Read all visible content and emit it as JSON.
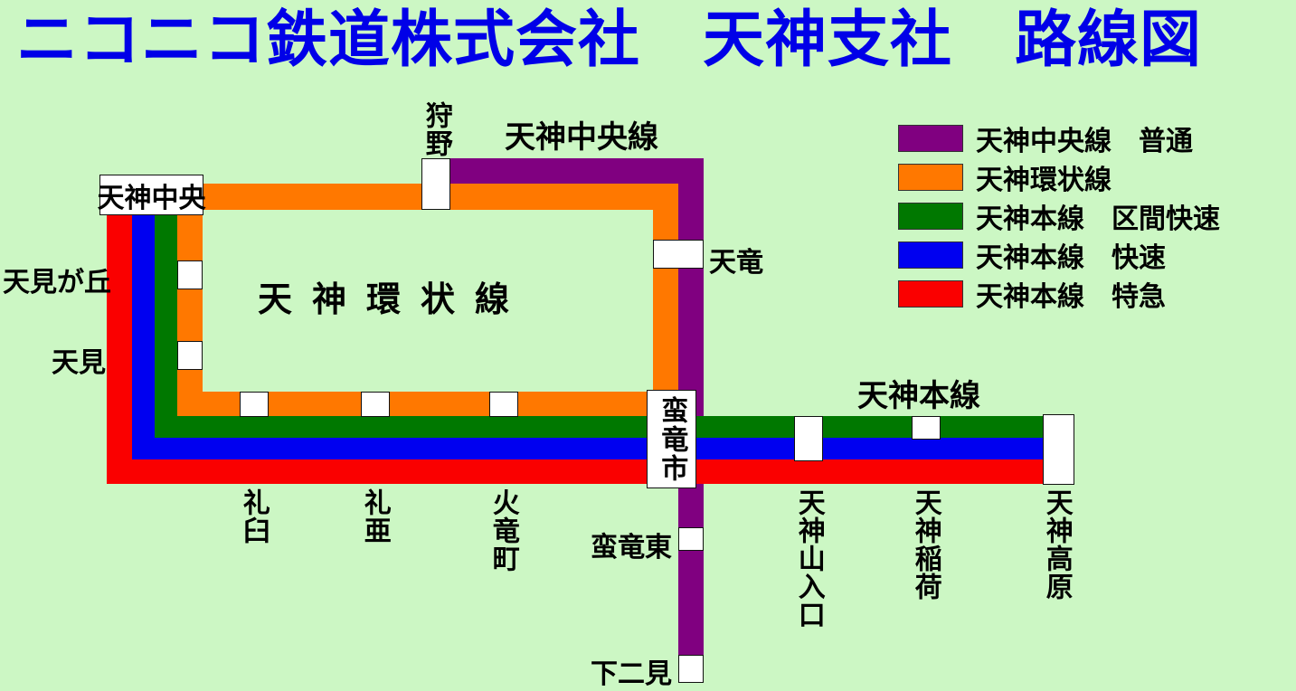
{
  "title": "ニコニコ鉄道株式会社　天神支社　路線図",
  "colors": {
    "background": "#ccf7c4",
    "title_text": "#0000e8",
    "chuo_futsuu_purple": "#800080",
    "kanjou_orange": "#ff7800",
    "honsen_kukan_kaisoku_green": "#007800",
    "honsen_kaisoku_blue": "#0000f0",
    "honsen_tokkyuu_red": "#fa0000",
    "station_fill": "#ffffff",
    "station_stroke": "#111111"
  },
  "legend": {
    "items": [
      {
        "color": "#800080",
        "label": "天神中央線　普通"
      },
      {
        "color": "#ff7800",
        "label": "天神環状線"
      },
      {
        "color": "#007800",
        "label": "天神本線　区間快速"
      },
      {
        "color": "#0000f0",
        "label": "天神本線　快速"
      },
      {
        "color": "#fa0000",
        "label": "天神本線　特急"
      }
    ]
  },
  "line_labels": {
    "chuo": "天神中央線",
    "kanjou_center": "天神環状線",
    "honsen": "天神本線"
  },
  "stations": {
    "tenjin_chuo": "天神中央",
    "kano": "狩野",
    "tenryu": "天竜",
    "banryu_shi": "蛮竜市",
    "amami_ga_oka": "天見が丘",
    "amami": "天見",
    "reiusu": "礼臼",
    "reia": "礼亜",
    "karyu_cho": "火竜町",
    "banryu_higashi": "蛮竜東",
    "shimofutami": "下二見",
    "tenjinzan_iriguchi": "天神山入口",
    "tenjin_inari": "天神稲荷",
    "tenjin_kogen": "天神高原"
  }
}
